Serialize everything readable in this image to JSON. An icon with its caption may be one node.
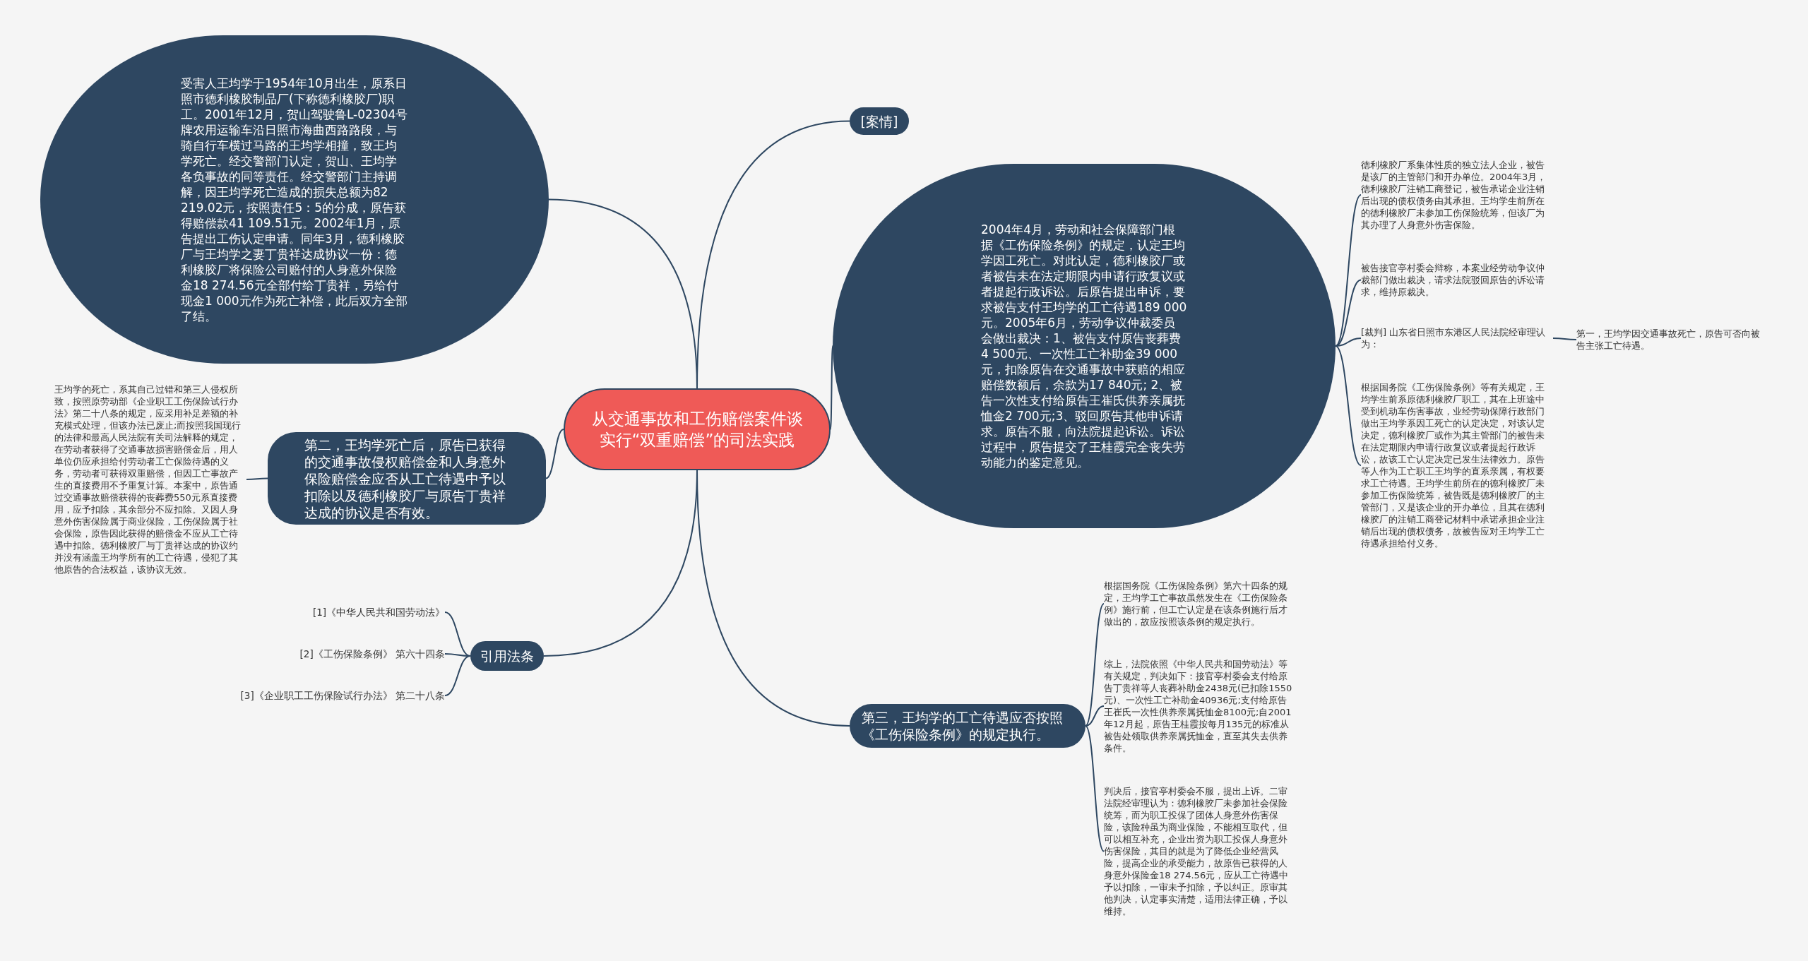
{
  "diagram": {
    "nodes": [
      {
        "text": [
          "从交通事故和工伤赔偿案件谈实行“双重赔偿”的司法实践"
        ]
      },
      {
        "text": [
          "[案情]"
        ]
      },
      {
        "text": [
          "受害人王均学于1954年10月出生，原系日照市德利橡胶制品厂(下称德利橡胶厂)职工。2001年12月，贺山驾驶鲁L-02304号牌农用运输车沿日照市海曲西路路段，与骑自行车横过马路的王均学相撞，致王均学死亡。经交警部门认定，贺山、王均学各负事故的同等责任。经交警部门主持调解，因王均学死亡造成的损失总额为82 219.02元，按照责任5：5的分成，原告获得赔偿款41 109.51元。2002年1月，原告提出工伤认定申请。同年3月，德利橡胶厂与王均学之妻丁贵祥达成协议一份：德利橡胶厂将保险公司赔付的人身意外保险金18 274.56元全部付给丁贵祥，另给付现金1 000元作为死亡补偿，此后双方全部了结。"
        ]
      },
      {
        "text": [
          "2004年4月，劳动和社会保障部门根据《工伤保险条例》的规定，认定王均学因工死亡。对此认定，德利橡胶厂或者被告未在法定期限内申请行政复议或者提起行政诉讼。后原告提出申诉，要求被告支付王均学的工亡待遇189 000元。2005年6月，劳动争议仲裁委员会做出裁决：1、被告支付原告丧葬费4 500元、一次性工亡补助金39 000元，扣除原告在交通事故中获赔的相应赔偿数额后，余款为17 840元; 2、被告一次性支付给原告王崔氏供养亲属抚恤金2 700元;3、驳回原告其他申诉请求。原告不服，向法院提起诉讼。诉讼过程中，原告提交了王桂霞完全丧失劳动能力的鉴定意见。"
        ]
      },
      {
        "text": [
          "德利橡胶厂系集体性质的独立法人企业，被告是该厂的主管部门和开办单位。2004年3月，德利橡胶厂注销工商登记，被告承诺企业注销后出现的债权债务由其承担。王均学生前所在的德利橡胶厂未参加工伤保险统筹，但该厂为其办理了人身意外伤害保险。"
        ]
      },
      {
        "text": [
          "被告接官亭村委会辩称，本案业经劳动争议仲裁部门做出裁决，请求法院驳回原告的诉讼请求，维持原裁决。"
        ]
      },
      {
        "text": [
          "[裁判] 山东省日照市东港区人民法院经审理认为："
        ]
      },
      {
        "text": [
          "根据国务院《工伤保险条例》等有关规定，王均学生前系原德利橡胶厂职工，其在上班途中受到机动车伤害事故，业经劳动保障行政部门做出王均学系因工死亡的认定决定，对该认定决定，德利橡胶厂或作为其主管部门的被告未在法定期限内申请行政复议或者提起行政诉讼，故该工亡认定决定已发生法律效力。原告等人作为工亡职工王均学的直系亲属，有权要求工亡待遇。王均学生前所在的德利橡胶厂未参加工伤保险统筹，被告既是德利橡胶厂的主管部门，又是该企业的开办单位，且其在德利橡胶厂的注销工商登记材料中承诺承担企业注销后出现的债权债务，故被告应对王均学工亡待遇承担给付义务。"
        ]
      },
      {
        "text": [
          "第一，王均学因交通事故死亡，原告可否向被告主张工亡待遇。"
        ]
      },
      {
        "text": [
          "第二，王均学死亡后，原告已获得的交通事故侵权赔偿金和人身意外保险赔偿金应否从工亡待遇中予以扣除以及德利橡胶厂与原告丁贵祥达成的协议是否有效。"
        ]
      },
      {
        "text": [
          "王均学的死亡，系其自己过错和第三人侵权所致，按照原劳动部《企业职工工伤保险试行办法》第二十八条的规定，应采用补足差额的补充模式处理，但该办法已废止;而按照我国现行的法律和最高人民法院有关司法解释的规定，在劳动者获得了交通事故损害赔偿金后，用人单位仍应承担给付劳动者工亡保险待遇的义务，劳动者可获得双重赔偿，但因工亡事故产生的直接费用不予重复计算。本案中，原告通过交通事故赔偿获得的丧葬费550元系直接费用，应予扣除，其余部分不应扣除。又因人身意外伤害保险属于商业保险，工伤保险属于社会保险，原告因此获得的赔偿金不应从工亡待遇中扣除。德利橡胶厂与丁贵祥达成的协议约并没有涵盖王均学所有的工亡待遇，侵犯了其他原告的合法权益，该协议无效。"
        ]
      },
      {
        "text": [
          "引用法条"
        ]
      },
      {
        "text": [
          "[1]《中华人民共和国劳动法》"
        ]
      },
      {
        "text": [
          "[2]《工伤保险条例》 第六十四条"
        ]
      },
      {
        "text": [
          "[3]《企业职工工伤保险试行办法》 第二十八条"
        ]
      },
      {
        "text": [
          "第三，王均学的工亡待遇应否按照《工伤保险条例》的规定执行。"
        ]
      },
      {
        "text": [
          "根据国务院《工伤保险条例》第六十四条的规定，王均学工亡事故虽然发生在《工伤保险条例》施行前，但工亡认定是在该条例施行后才做出的，故应按照该条例的规定执行。"
        ]
      },
      {
        "text": [
          "综上，法院依照《中华人民共和国劳动法》等有关规定，判决如下：接官亭村委会支付给原告丁贵祥等人丧葬补助金2438元(已扣除1550元)、一次性工亡补助金40936元;支付给原告王崔氏一次性供养亲属抚恤金8100元;自2001年12月起，原告王桂霞按每月135元的标准从被告处领取供养亲属抚恤金，直至其失去供养条件。"
        ]
      },
      {
        "text": [
          "判决后，接官亭村委会不服，提出上诉。二审法院经审理认为：德利橡胶厂未参加社会保险统筹，而为职工投保了团体人身意外伤害保险，该险种虽为商业保险，不能相互取代，但可以相互补充，企业出资为职工投保人身意外伤害保险，其目的就是为了降低企业经营风险，提高企业的承受能力，故原告已获得的人身意外保险金18 274.56元，应从工亡待遇中予以扣除，一审未予扣除，予以纠正。原审其他判决，认定事实清楚，适用法律正确，予以维持。"
        ]
      }
    ],
    "edges": [
      {
        "from": 0,
        "to": 1,
        "arrow": "none"
      },
      {
        "from": 0,
        "to": 2,
        "arrow": "none"
      },
      {
        "from": 0,
        "to": 3,
        "arrow": "none"
      },
      {
        "from": 3,
        "to": 4,
        "arrow": "none"
      },
      {
        "from": 3,
        "to": 5,
        "arrow": "none"
      },
      {
        "from": 3,
        "to": 6,
        "arrow": "none"
      },
      {
        "from": 3,
        "to": 7,
        "arrow": "none"
      },
      {
        "from": 6,
        "to": 8,
        "arrow": "none"
      },
      {
        "from": 0,
        "to": 9,
        "arrow": "none"
      },
      {
        "from": 9,
        "to": 10,
        "arrow": "none"
      },
      {
        "from": 0,
        "to": 11,
        "arrow": "none"
      },
      {
        "from": 11,
        "to": 12,
        "arrow": "none"
      },
      {
        "from": 11,
        "to": 13,
        "arrow": "none"
      },
      {
        "from": 11,
        "to": 14,
        "arrow": "none"
      },
      {
        "from": 0,
        "to": 15,
        "arrow": "none"
      },
      {
        "from": 15,
        "to": 16,
        "arrow": "none"
      },
      {
        "from": 15,
        "to": 17,
        "arrow": "none"
      },
      {
        "from": 15,
        "to": 18,
        "arrow": "none"
      }
    ]
  }
}
